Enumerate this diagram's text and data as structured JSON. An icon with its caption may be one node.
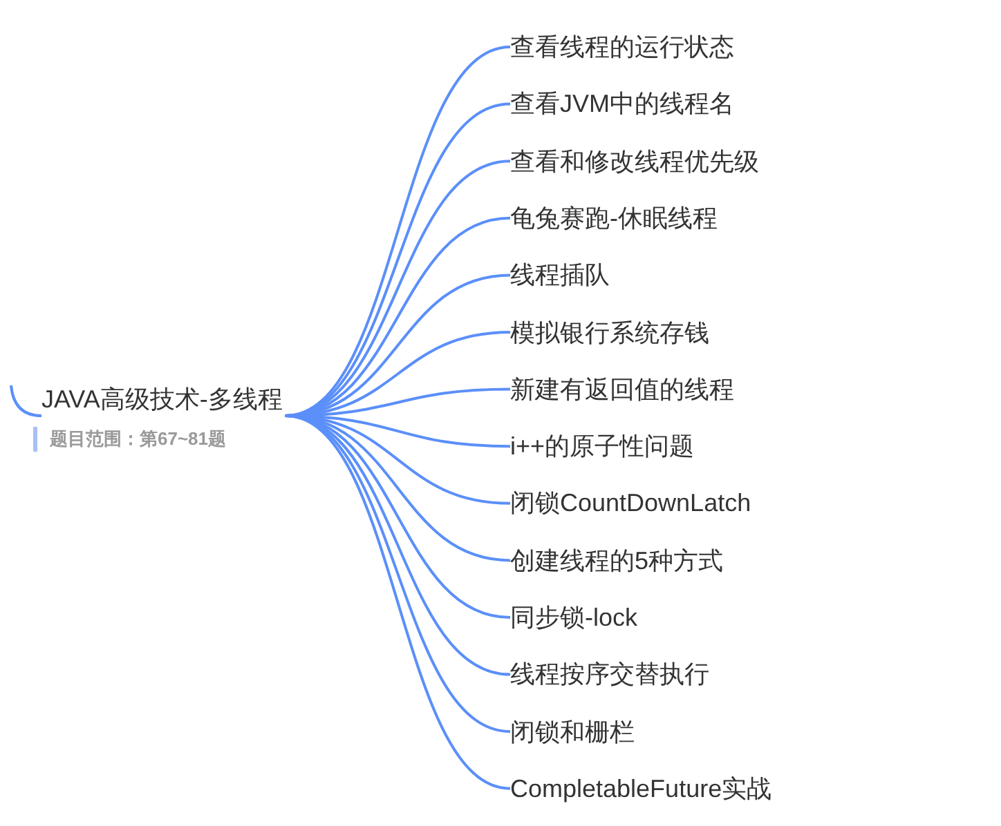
{
  "diagram": {
    "nodes": [
      {
        "text": [
          "JAVA高级技术-多线程"
        ],
        "beside": [
          "题目范围：第67~81题"
        ]
      },
      {
        "text": [
          "查看线程的运行状态"
        ]
      },
      {
        "text": [
          "查看JVM中的线程名"
        ]
      },
      {
        "text": [
          "查看和修改线程优先级"
        ]
      },
      {
        "text": [
          "龟兔赛跑-休眠线程"
        ]
      },
      {
        "text": [
          "线程插队"
        ]
      },
      {
        "text": [
          "模拟银行系统存钱"
        ]
      },
      {
        "text": [
          "新建有返回值的线程"
        ]
      },
      {
        "text": [
          "i++的原子性问题"
        ]
      },
      {
        "text": [
          "闭锁CountDownLatch"
        ]
      },
      {
        "text": [
          "创建线程的5种方式"
        ]
      },
      {
        "text": [
          "同步锁-lock"
        ]
      },
      {
        "text": [
          "线程按序交替执行"
        ]
      },
      {
        "text": [
          "闭锁和栅栏"
        ]
      },
      {
        "text": [
          "CompletableFuture实战"
        ]
      }
    ],
    "edges": [
      {
        "from": null,
        "to": 0,
        "arrow": "none"
      },
      {
        "from": 0,
        "to": 1,
        "arrow": "none"
      },
      {
        "from": 0,
        "to": 2,
        "arrow": "none"
      },
      {
        "from": 0,
        "to": 3,
        "arrow": "none"
      },
      {
        "from": 0,
        "to": 4,
        "arrow": "none"
      },
      {
        "from": 0,
        "to": 5,
        "arrow": "none"
      },
      {
        "from": 0,
        "to": 6,
        "arrow": "none"
      },
      {
        "from": 0,
        "to": 7,
        "arrow": "none"
      },
      {
        "from": 0,
        "to": 8,
        "arrow": "none"
      },
      {
        "from": 0,
        "to": 9,
        "arrow": "none"
      },
      {
        "from": 0,
        "to": 10,
        "arrow": "none"
      },
      {
        "from": 0,
        "to": 11,
        "arrow": "none"
      },
      {
        "from": 0,
        "to": 12,
        "arrow": "none"
      },
      {
        "from": 0,
        "to": 13,
        "arrow": "none"
      },
      {
        "from": 0,
        "to": 14,
        "arrow": "none"
      }
    ]
  }
}
